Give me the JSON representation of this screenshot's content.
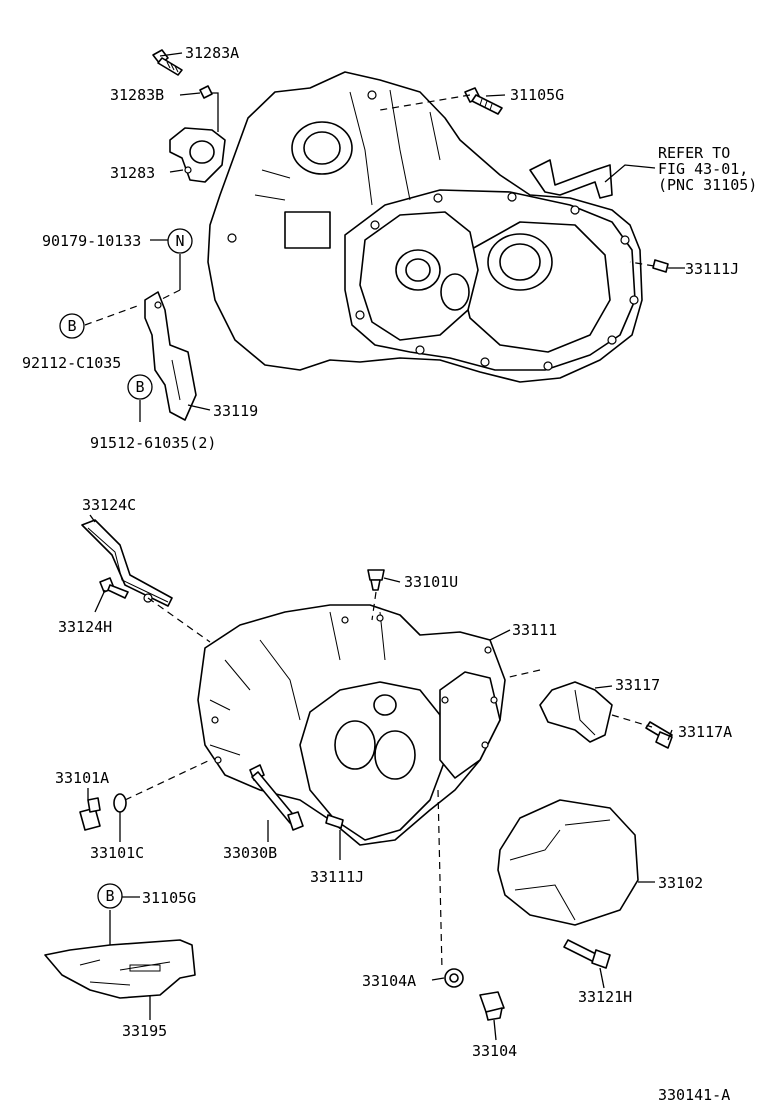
{
  "labels": {
    "l_31283A": "31283A",
    "l_31283B": "31283B",
    "l_31283": "31283",
    "l_31105G_top": "31105G",
    "l_refer1": "REFER TO",
    "l_refer2": "FIG 43-01,",
    "l_refer3": "(PNC 31105)",
    "l_90179": "90179-10133",
    "l_33111J_top": "33111J",
    "l_92112": "92112-C1035",
    "l_33119": "33119",
    "l_91512": "91512-61035(2)",
    "l_33124C": "33124C",
    "l_33124H": "33124H",
    "l_33101U": "33101U",
    "l_33111": "33111",
    "l_33117": "33117",
    "l_33117A": "33117A",
    "l_33101A": "33101A",
    "l_33101C": "33101C",
    "l_33030B": "33030B",
    "l_33111J_bot": "33111J",
    "l_33102": "33102",
    "l_31105G_bot": "31105G",
    "l_33104A": "33104A",
    "l_33121H": "33121H",
    "l_33195": "33195",
    "l_33104": "33104",
    "l_figure_id": "330141-A"
  },
  "markers": {
    "m_N": "N",
    "m_B1": "B",
    "m_B2": "B",
    "m_B3": "B"
  }
}
